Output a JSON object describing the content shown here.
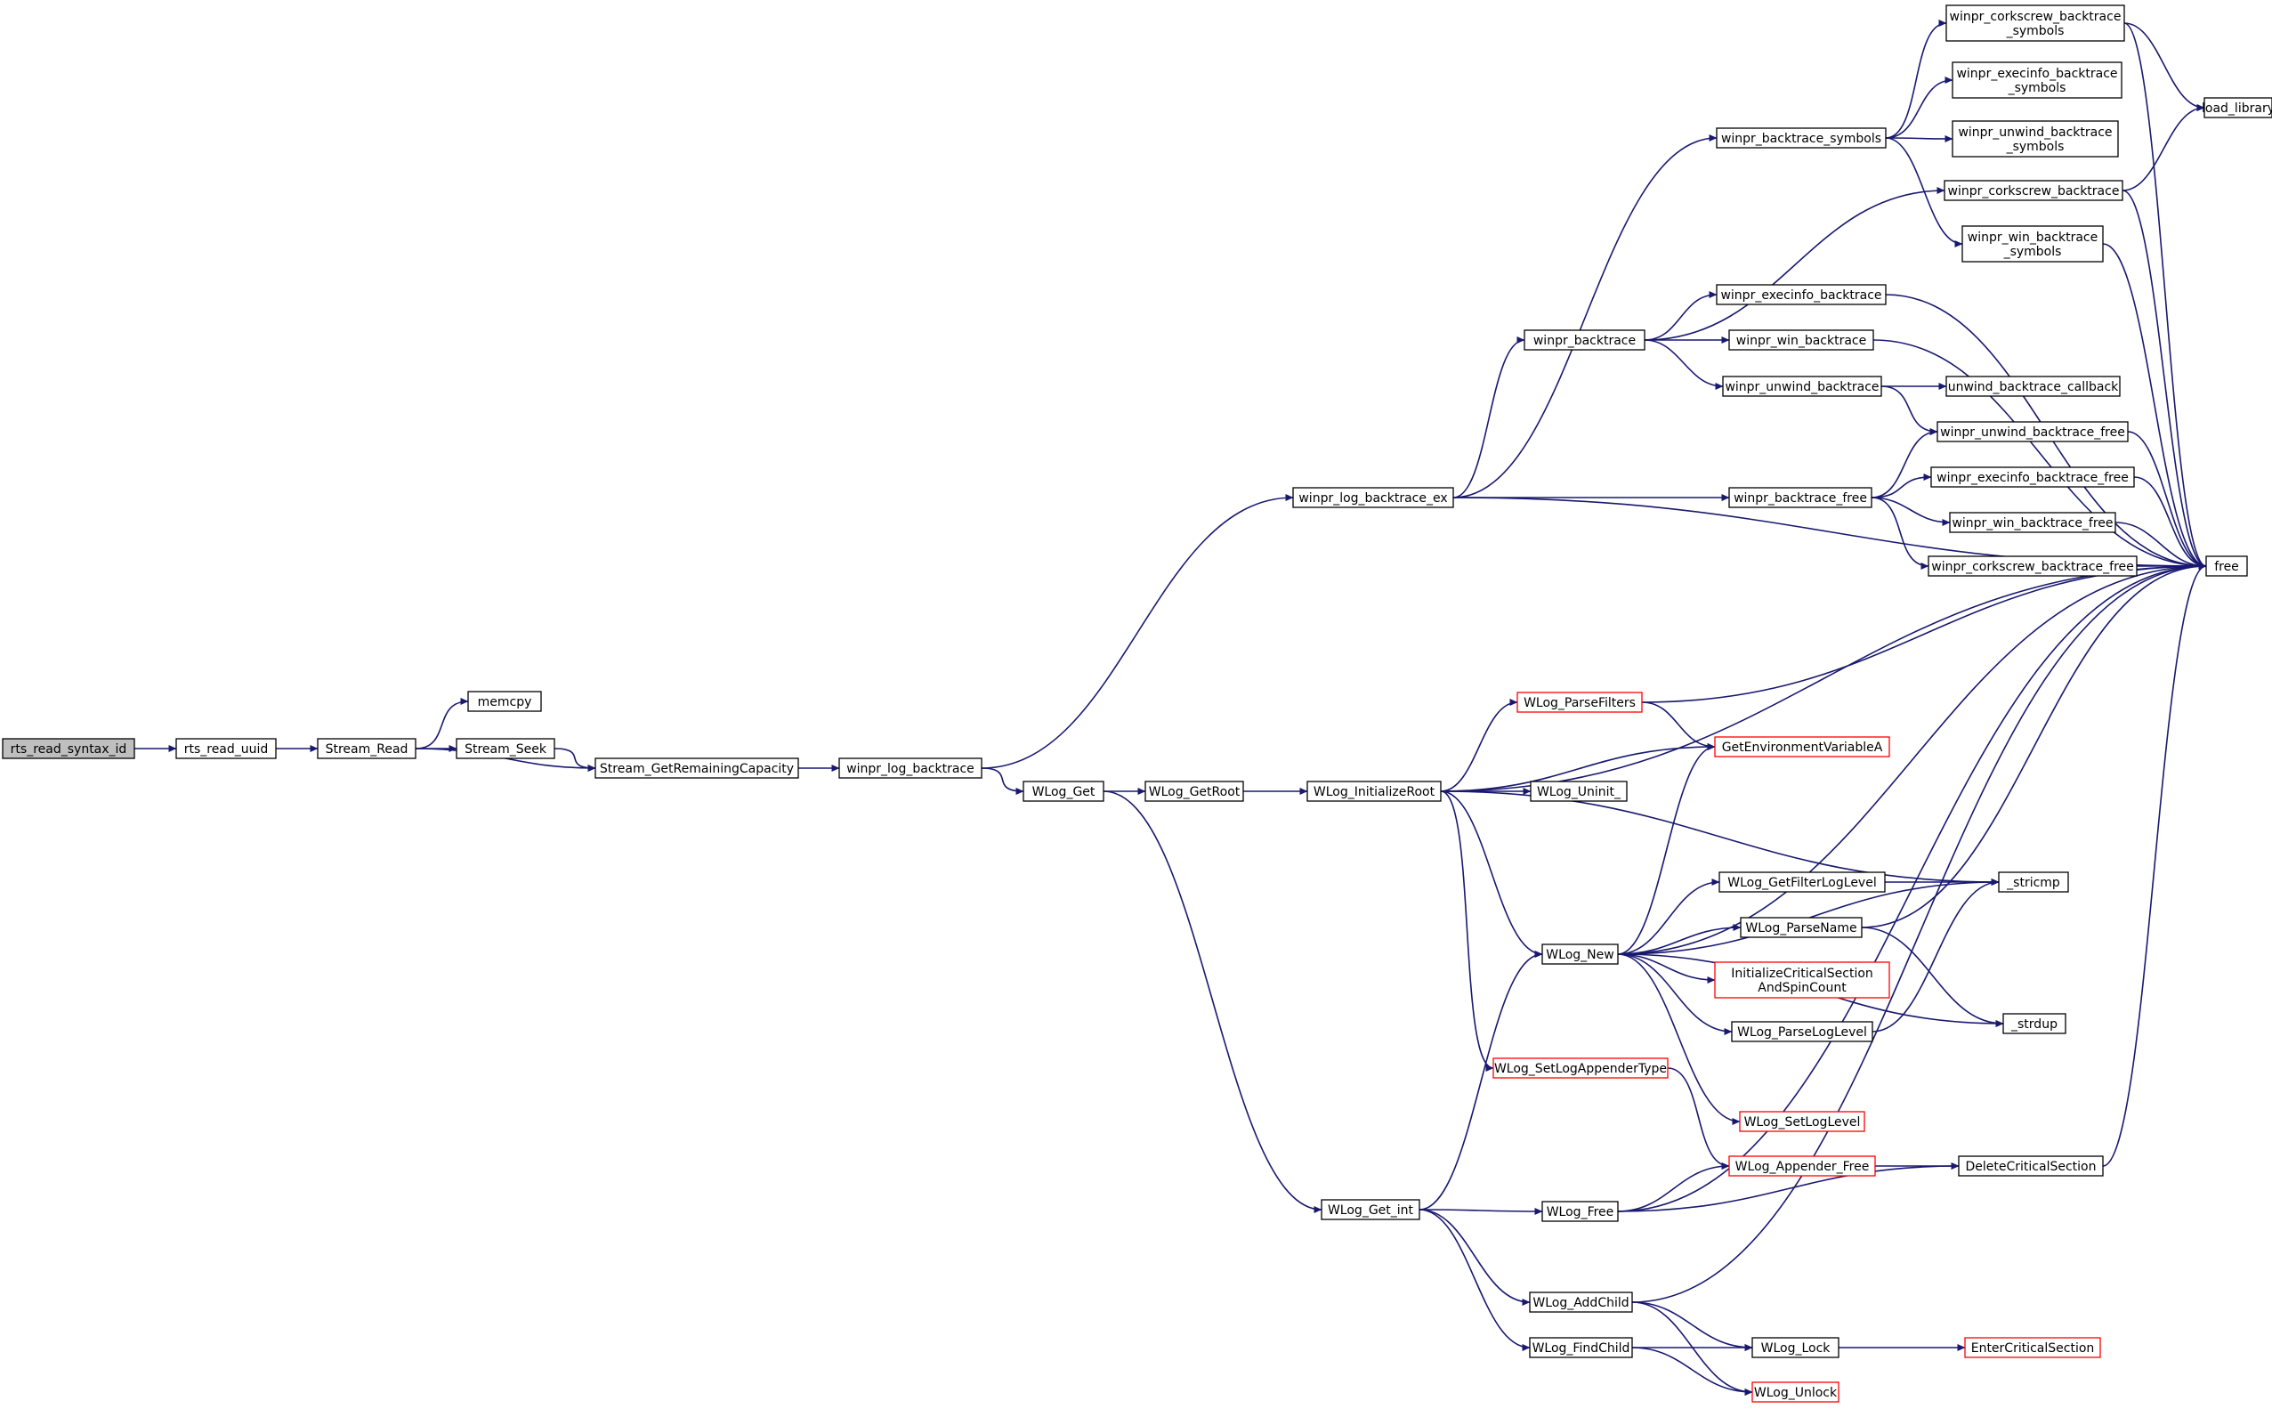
{
  "nodes": [
    {
      "id": "rts_read_syntax_id",
      "lines": [
        "rts_read_syntax_id"
      ],
      "style": "root"
    },
    {
      "id": "rts_read_uuid",
      "lines": [
        "rts_read_uuid"
      ]
    },
    {
      "id": "Stream_Read",
      "lines": [
        "Stream_Read"
      ]
    },
    {
      "id": "memcpy",
      "lines": [
        "memcpy"
      ]
    },
    {
      "id": "Stream_Seek",
      "lines": [
        "Stream_Seek"
      ]
    },
    {
      "id": "Stream_GetRemainingCapacity",
      "lines": [
        "Stream_GetRemainingCapacity"
      ]
    },
    {
      "id": "winpr_log_backtrace",
      "lines": [
        "winpr_log_backtrace"
      ]
    },
    {
      "id": "winpr_log_backtrace_ex",
      "lines": [
        "winpr_log_backtrace_ex"
      ]
    },
    {
      "id": "WLog_Get",
      "lines": [
        "WLog_Get"
      ]
    },
    {
      "id": "WLog_GetRoot",
      "lines": [
        "WLog_GetRoot"
      ]
    },
    {
      "id": "WLog_InitializeRoot",
      "lines": [
        "WLog_InitializeRoot"
      ]
    },
    {
      "id": "WLog_Get_int",
      "lines": [
        "WLog_Get_int"
      ]
    },
    {
      "id": "winpr_backtrace_symbols",
      "lines": [
        "winpr_backtrace_symbols"
      ]
    },
    {
      "id": "winpr_backtrace",
      "lines": [
        "winpr_backtrace"
      ]
    },
    {
      "id": "winpr_backtrace_free",
      "lines": [
        "winpr_backtrace_free"
      ]
    },
    {
      "id": "winpr_execinfo_backtrace",
      "lines": [
        "winpr_execinfo_backtrace"
      ]
    },
    {
      "id": "winpr_win_backtrace",
      "lines": [
        "winpr_win_backtrace"
      ]
    },
    {
      "id": "winpr_unwind_backtrace",
      "lines": [
        "winpr_unwind_backtrace"
      ]
    },
    {
      "id": "winpr_corkscrew_backtrace_symbols",
      "lines": [
        "winpr_corkscrew_backtrace",
        "_symbols"
      ]
    },
    {
      "id": "winpr_execinfo_backtrace_symbols",
      "lines": [
        "winpr_execinfo_backtrace",
        "_symbols"
      ]
    },
    {
      "id": "winpr_unwind_backtrace_symbols",
      "lines": [
        "winpr_unwind_backtrace",
        "_symbols"
      ]
    },
    {
      "id": "winpr_corkscrew_backtrace",
      "lines": [
        "winpr_corkscrew_backtrace"
      ]
    },
    {
      "id": "winpr_win_backtrace_symbols",
      "lines": [
        "winpr_win_backtrace",
        "_symbols"
      ]
    },
    {
      "id": "unwind_backtrace_callback",
      "lines": [
        "unwind_backtrace_callback"
      ]
    },
    {
      "id": "winpr_unwind_backtrace_free",
      "lines": [
        "winpr_unwind_backtrace_free"
      ]
    },
    {
      "id": "winpr_execinfo_backtrace_free",
      "lines": [
        "winpr_execinfo_backtrace_free"
      ]
    },
    {
      "id": "winpr_win_backtrace_free",
      "lines": [
        "winpr_win_backtrace_free"
      ]
    },
    {
      "id": "winpr_corkscrew_backtrace_free",
      "lines": [
        "winpr_corkscrew_backtrace_free"
      ]
    },
    {
      "id": "load_library",
      "lines": [
        "load_library"
      ]
    },
    {
      "id": "free",
      "lines": [
        "free"
      ]
    },
    {
      "id": "WLog_ParseFilters",
      "lines": [
        "WLog_ParseFilters"
      ],
      "style": "red"
    },
    {
      "id": "GetEnvironmentVariableA",
      "lines": [
        "GetEnvironmentVariableA"
      ],
      "style": "red"
    },
    {
      "id": "WLog_Uninit_",
      "lines": [
        "WLog_Uninit_"
      ]
    },
    {
      "id": "WLog_GetFilterLogLevel",
      "lines": [
        "WLog_GetFilterLogLevel"
      ]
    },
    {
      "id": "_stricmp",
      "lines": [
        "_stricmp"
      ]
    },
    {
      "id": "WLog_ParseName",
      "lines": [
        "WLog_ParseName"
      ]
    },
    {
      "id": "WLog_New",
      "lines": [
        "WLog_New"
      ]
    },
    {
      "id": "InitializeCriticalSectionAndSpinCount",
      "lines": [
        "InitializeCriticalSection",
        "AndSpinCount"
      ],
      "style": "red"
    },
    {
      "id": "WLog_ParseLogLevel",
      "lines": [
        "WLog_ParseLogLevel"
      ]
    },
    {
      "id": "_strdup",
      "lines": [
        "_strdup"
      ]
    },
    {
      "id": "WLog_SetLogAppenderType",
      "lines": [
        "WLog_SetLogAppenderType"
      ],
      "style": "red"
    },
    {
      "id": "WLog_SetLogLevel",
      "lines": [
        "WLog_SetLogLevel"
      ],
      "style": "red"
    },
    {
      "id": "WLog_Appender_Free",
      "lines": [
        "WLog_Appender_Free"
      ],
      "style": "red"
    },
    {
      "id": "DeleteCriticalSection",
      "lines": [
        "DeleteCriticalSection"
      ]
    },
    {
      "id": "WLog_Free",
      "lines": [
        "WLog_Free"
      ]
    },
    {
      "id": "WLog_AddChild",
      "lines": [
        "WLog_AddChild"
      ]
    },
    {
      "id": "WLog_FindChild",
      "lines": [
        "WLog_FindChild"
      ]
    },
    {
      "id": "WLog_Lock",
      "lines": [
        "WLog_Lock"
      ]
    },
    {
      "id": "EnterCriticalSection",
      "lines": [
        "EnterCriticalSection"
      ],
      "style": "red"
    },
    {
      "id": "WLog_Unlock",
      "lines": [
        "WLog_Unlock"
      ],
      "style": "red"
    }
  ],
  "edges": [
    [
      "rts_read_syntax_id",
      "rts_read_uuid"
    ],
    [
      "rts_read_uuid",
      "Stream_Read"
    ],
    [
      "Stream_Read",
      "memcpy"
    ],
    [
      "Stream_Read",
      "Stream_Seek"
    ],
    [
      "Stream_Read",
      "Stream_GetRemainingCapacity"
    ],
    [
      "Stream_Seek",
      "Stream_GetRemainingCapacity"
    ],
    [
      "Stream_GetRemainingCapacity",
      "winpr_log_backtrace"
    ],
    [
      "winpr_log_backtrace",
      "winpr_log_backtrace_ex"
    ],
    [
      "winpr_log_backtrace",
      "WLog_Get"
    ],
    [
      "winpr_log_backtrace_ex",
      "winpr_backtrace_symbols"
    ],
    [
      "winpr_log_backtrace_ex",
      "winpr_backtrace"
    ],
    [
      "winpr_log_backtrace_ex",
      "winpr_backtrace_free"
    ],
    [
      "winpr_log_backtrace_ex",
      "free"
    ],
    [
      "winpr_backtrace_symbols",
      "winpr_corkscrew_backtrace_symbols"
    ],
    [
      "winpr_backtrace_symbols",
      "winpr_execinfo_backtrace_symbols"
    ],
    [
      "winpr_backtrace_symbols",
      "winpr_unwind_backtrace_symbols"
    ],
    [
      "winpr_backtrace_symbols",
      "winpr_win_backtrace_symbols"
    ],
    [
      "winpr_corkscrew_backtrace_symbols",
      "load_library"
    ],
    [
      "winpr_corkscrew_backtrace_symbols",
      "free"
    ],
    [
      "winpr_corkscrew_backtrace",
      "load_library"
    ],
    [
      "winpr_corkscrew_backtrace",
      "free"
    ],
    [
      "winpr_win_backtrace_symbols",
      "free"
    ],
    [
      "winpr_backtrace",
      "winpr_corkscrew_backtrace"
    ],
    [
      "winpr_backtrace",
      "winpr_execinfo_backtrace"
    ],
    [
      "winpr_backtrace",
      "winpr_win_backtrace"
    ],
    [
      "winpr_backtrace",
      "winpr_unwind_backtrace"
    ],
    [
      "winpr_execinfo_backtrace",
      "free"
    ],
    [
      "winpr_win_backtrace",
      "free"
    ],
    [
      "winpr_unwind_backtrace",
      "unwind_backtrace_callback"
    ],
    [
      "winpr_unwind_backtrace",
      "winpr_unwind_backtrace_free"
    ],
    [
      "winpr_backtrace_free",
      "winpr_unwind_backtrace_free"
    ],
    [
      "winpr_backtrace_free",
      "winpr_execinfo_backtrace_free"
    ],
    [
      "winpr_backtrace_free",
      "winpr_win_backtrace_free"
    ],
    [
      "winpr_backtrace_free",
      "winpr_corkscrew_backtrace_free"
    ],
    [
      "winpr_unwind_backtrace_free",
      "free"
    ],
    [
      "winpr_execinfo_backtrace_free",
      "free"
    ],
    [
      "winpr_win_backtrace_free",
      "free"
    ],
    [
      "winpr_corkscrew_backtrace_free",
      "free"
    ],
    [
      "WLog_Get",
      "WLog_GetRoot"
    ],
    [
      "WLog_Get",
      "WLog_Get_int"
    ],
    [
      "WLog_GetRoot",
      "WLog_InitializeRoot"
    ],
    [
      "WLog_InitializeRoot",
      "free"
    ],
    [
      "WLog_InitializeRoot",
      "WLog_ParseFilters"
    ],
    [
      "WLog_InitializeRoot",
      "GetEnvironmentVariableA"
    ],
    [
      "WLog_InitializeRoot",
      "WLog_Uninit_"
    ],
    [
      "WLog_InitializeRoot",
      "_stricmp"
    ],
    [
      "WLog_InitializeRoot",
      "WLog_New"
    ],
    [
      "WLog_InitializeRoot",
      "WLog_SetLogAppenderType"
    ],
    [
      "WLog_ParseFilters",
      "free"
    ],
    [
      "WLog_ParseFilters",
      "GetEnvironmentVariableA"
    ],
    [
      "WLog_New",
      "GetEnvironmentVariableA"
    ],
    [
      "WLog_New",
      "free"
    ],
    [
      "WLog_New",
      "_stricmp"
    ],
    [
      "WLog_New",
      "WLog_GetFilterLogLevel"
    ],
    [
      "WLog_New",
      "WLog_ParseName"
    ],
    [
      "WLog_New",
      "InitializeCriticalSectionAndSpinCount"
    ],
    [
      "WLog_New",
      "WLog_ParseLogLevel"
    ],
    [
      "WLog_New",
      "_strdup"
    ],
    [
      "WLog_New",
      "WLog_SetLogLevel"
    ],
    [
      "WLog_GetFilterLogLevel",
      "_stricmp"
    ],
    [
      "WLog_ParseName",
      "free"
    ],
    [
      "WLog_ParseName",
      "_strdup"
    ],
    [
      "WLog_ParseLogLevel",
      "_stricmp"
    ],
    [
      "WLog_SetLogAppenderType",
      "WLog_Appender_Free"
    ],
    [
      "WLog_Appender_Free",
      "DeleteCriticalSection"
    ],
    [
      "DeleteCriticalSection",
      "free"
    ],
    [
      "WLog_Get_int",
      "WLog_New"
    ],
    [
      "WLog_Get_int",
      "WLog_Free"
    ],
    [
      "WLog_Get_int",
      "WLog_AddChild"
    ],
    [
      "WLog_Get_int",
      "WLog_FindChild"
    ],
    [
      "WLog_Free",
      "WLog_Appender_Free"
    ],
    [
      "WLog_Free",
      "DeleteCriticalSection"
    ],
    [
      "WLog_Free",
      "free"
    ],
    [
      "WLog_AddChild",
      "free"
    ],
    [
      "WLog_AddChild",
      "WLog_Lock"
    ],
    [
      "WLog_AddChild",
      "WLog_Unlock"
    ],
    [
      "WLog_FindChild",
      "WLog_Lock"
    ],
    [
      "WLog_FindChild",
      "WLog_Unlock"
    ],
    [
      "WLog_Lock",
      "EnterCriticalSection"
    ]
  ]
}
